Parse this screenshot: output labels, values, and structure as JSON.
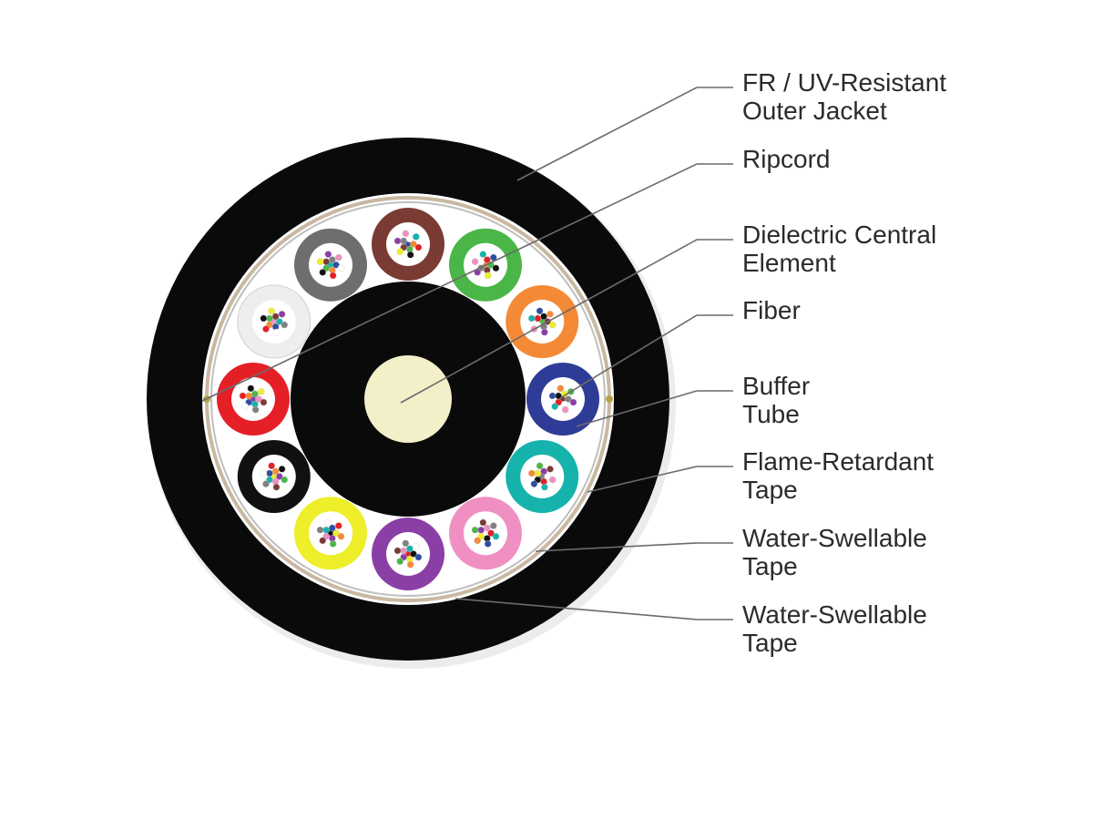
{
  "labels": [
    {
      "id": "outer-jacket",
      "lines": [
        "FR / UV-Resistant",
        "Outer Jacket"
      ]
    },
    {
      "id": "ripcord",
      "lines": [
        "Ripcord"
      ]
    },
    {
      "id": "central-element",
      "lines": [
        "Dielectric Central",
        "Element"
      ]
    },
    {
      "id": "fiber",
      "lines": [
        "Fiber"
      ]
    },
    {
      "id": "buffer-tube",
      "lines": [
        "Buffer",
        "Tube"
      ]
    },
    {
      "id": "flame-retardant-tape",
      "lines": [
        "Flame-Retardant",
        "Tape"
      ]
    },
    {
      "id": "water-swellable-tape-inner",
      "lines": [
        "Water-Swellable",
        "Tape"
      ]
    },
    {
      "id": "water-swellable-tape-outer",
      "lines": [
        "Water-Swellable",
        "Tape"
      ]
    }
  ],
  "colors": {
    "jacket": "#0a0a0a",
    "tape_ring": "#c9b8a2",
    "inner_core": "#0a0a0a",
    "central_element": "#f3efc9",
    "leader_line": "#6b6b6b",
    "text": "#2b2b2b",
    "buffer_tubes": [
      "#7a3b34",
      "#4bb648",
      "#f58a36",
      "#2e3c97",
      "#16b3ad",
      "#f090c2",
      "#8a3fa6",
      "#eeee2a",
      "#111111",
      "#e41f26",
      "#eeeeee",
      "#6e6e6e"
    ],
    "fiber_colors": [
      "#2e4ea3",
      "#f58a36",
      "#4bb648",
      "#7a3b34",
      "#808080",
      "#ffffff",
      "#e41f26",
      "#111111",
      "#eeee2a",
      "#8a3fa6",
      "#f090c2",
      "#16b3ad"
    ]
  }
}
